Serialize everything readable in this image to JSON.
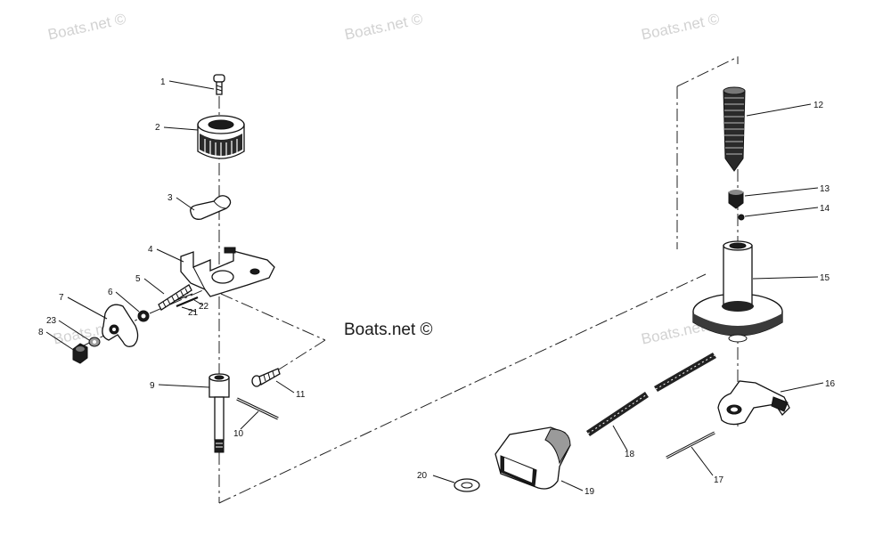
{
  "watermarks": {
    "tile1": "Boats.net ©",
    "tile2": "Boats.net ©",
    "tile3": "Boats.net ©",
    "tile4": "Boats.net ©",
    "tile5": "Boats.net ©",
    "main": "Boats.net ©"
  },
  "callouts": {
    "c1": "1",
    "c2": "2",
    "c3": "3",
    "c4": "4",
    "c5": "5",
    "c6": "6",
    "c7": "7",
    "c8": "8",
    "c9": "9",
    "c10": "10",
    "c11": "11",
    "c12": "12",
    "c13": "13",
    "c14": "14",
    "c15": "15",
    "c16": "16",
    "c17": "17",
    "c18": "18",
    "c19": "19",
    "c20": "20",
    "c21": "21",
    "c22": "22",
    "c23": "23"
  }
}
